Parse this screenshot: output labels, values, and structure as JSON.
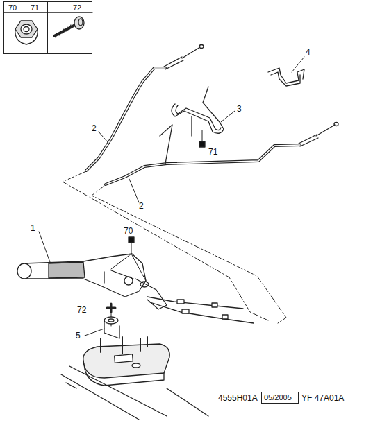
{
  "diagram": {
    "nodes": [
      {
        "text": [
          "70",
          "71"
        ]
      },
      {
        "text": [
          "72"
        ]
      },
      {
        "text": [
          "05/2005"
        ]
      }
    ],
    "edges": [],
    "labels": [
      "4",
      "3",
      "2",
      "71",
      "2",
      "1",
      "70",
      "72",
      "5",
      "4555H01A",
      "YF 47A01A"
    ]
  }
}
